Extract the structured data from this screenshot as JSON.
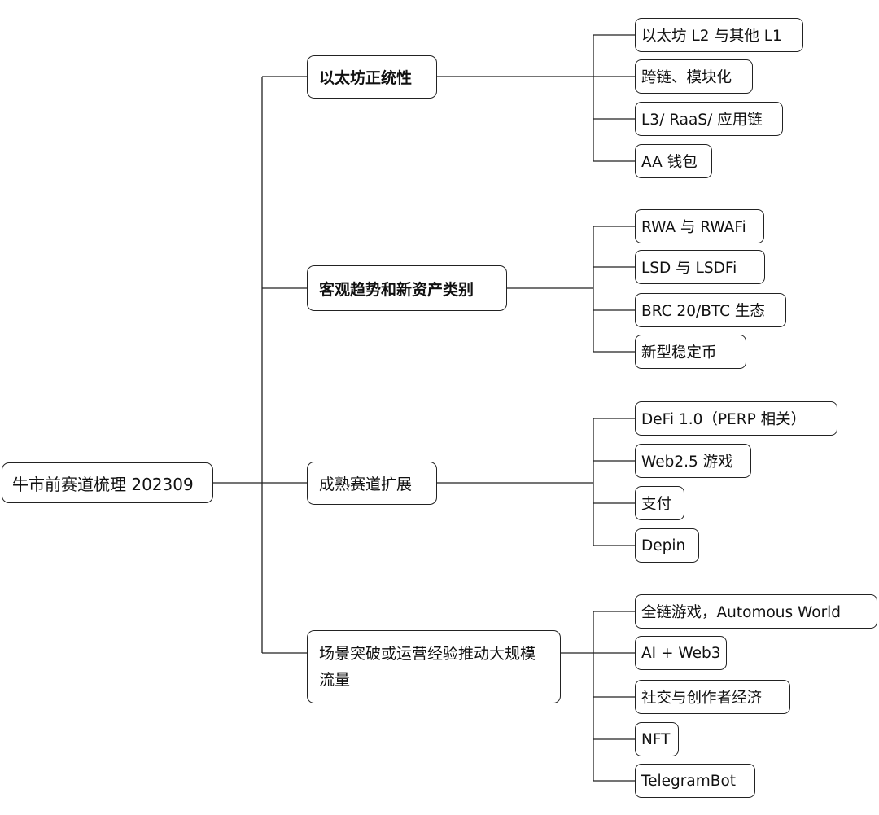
{
  "root": {
    "label": "牛市前赛道梳理 202309"
  },
  "branches": [
    {
      "label": "以太坊正统性",
      "bold": true,
      "leaves": [
        "以太坊 L2 与其他 L1",
        "跨链、模块化",
        "L3/ RaaS/ 应用链",
        "AA 钱包"
      ]
    },
    {
      "label": "客观趋势和新资产类别",
      "bold": true,
      "leaves": [
        "RWA 与 RWAFi",
        "LSD 与 LSDFi",
        "BRC 20/BTC 生态",
        "新型稳定币"
      ]
    },
    {
      "label": "成熟赛道扩展",
      "bold": false,
      "leaves": [
        "DeFi 1.0（PERP 相关）",
        "Web2.5 游戏",
        "支付",
        "Depin"
      ]
    },
    {
      "label": "场景突破或运营经验推动大规模流量",
      "bold": false,
      "leaves": [
        "全链游戏，Automous World",
        "AI + Web3",
        "社交与创作者经济",
        "NFT",
        "TelegramBot"
      ]
    }
  ]
}
